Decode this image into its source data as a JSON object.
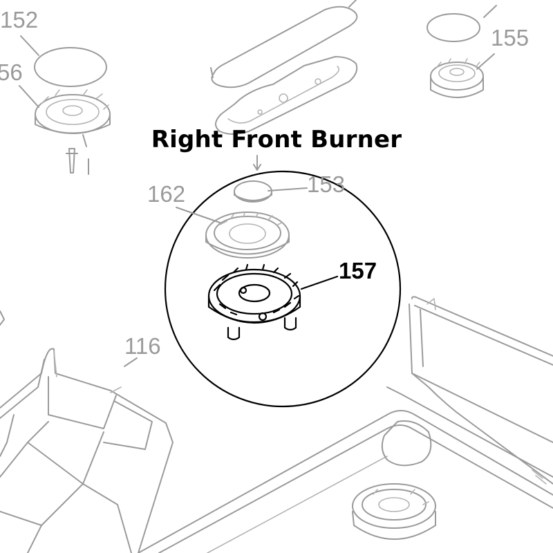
{
  "diagram": {
    "title": "Right Front Burner",
    "callouts": {
      "c152": "152",
      "c156": "56",
      "c155": "155",
      "c162": "162",
      "c153": "153",
      "c157": "157",
      "c116": "116"
    },
    "colors": {
      "highlight": "#000000",
      "background_parts": "#9a9a9a"
    }
  }
}
